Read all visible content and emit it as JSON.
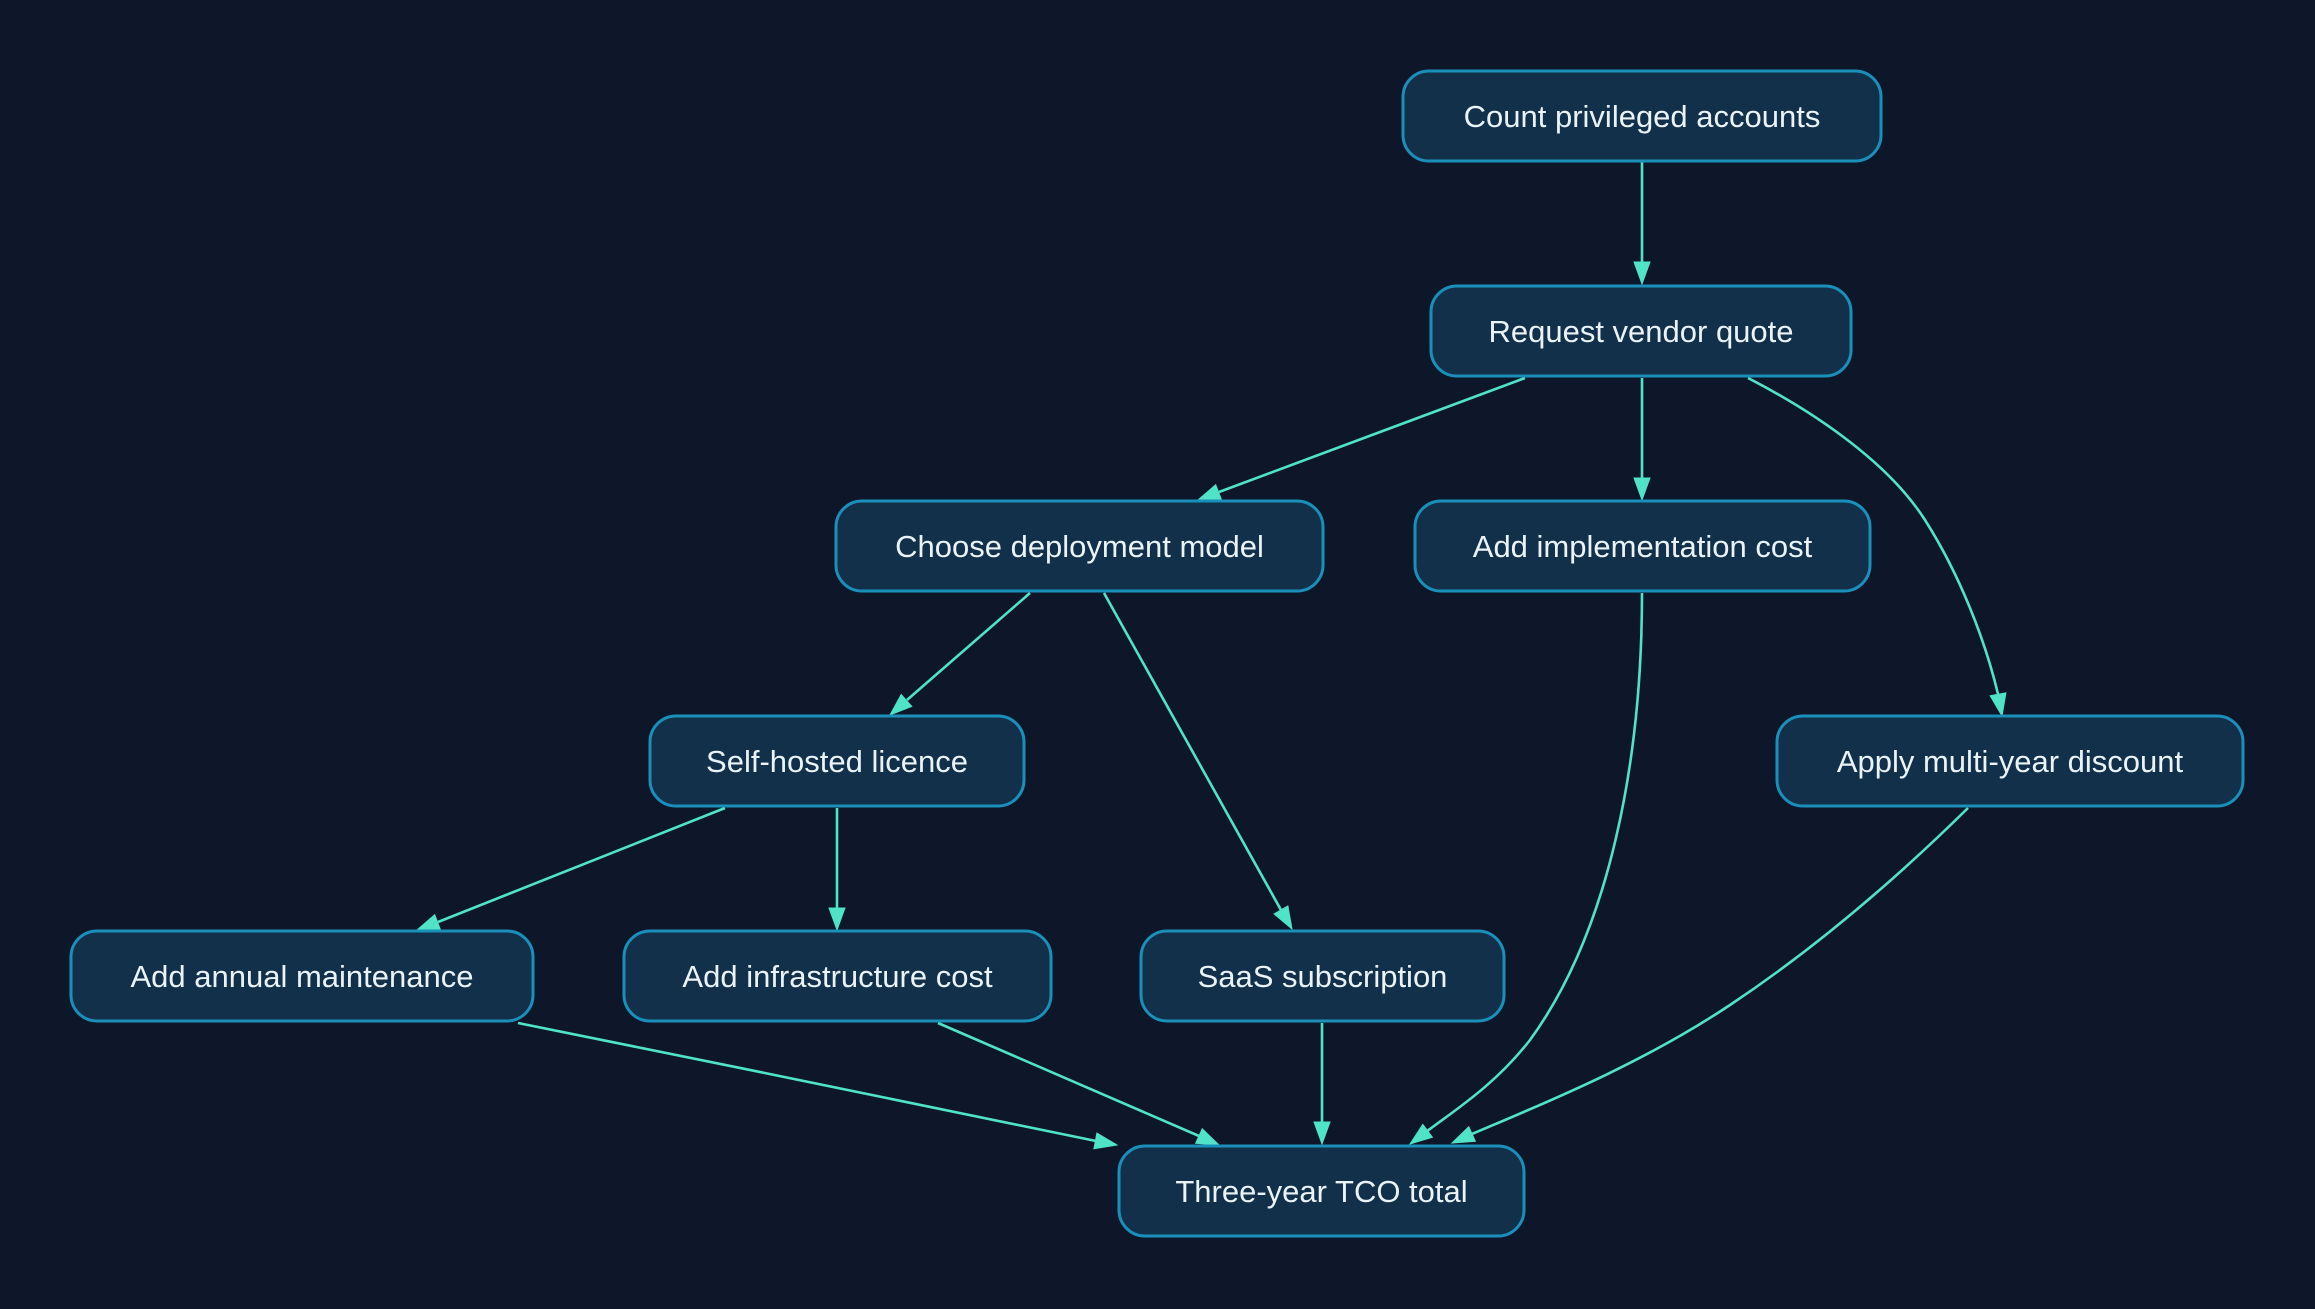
{
  "diagram": {
    "type": "flowchart",
    "colors": {
      "background": "#0e1729",
      "node_fill": "#12304a",
      "node_border": "#1a8fba",
      "node_text": "#e9f3f8",
      "edge": "#4fe3c9"
    },
    "nodes": [
      {
        "id": "count",
        "label": "Count privileged accounts"
      },
      {
        "id": "quote",
        "label": "Request vendor quote"
      },
      {
        "id": "deploy",
        "label": "Choose deployment model"
      },
      {
        "id": "impl",
        "label": "Add implementation cost"
      },
      {
        "id": "selfhost",
        "label": "Self-hosted licence"
      },
      {
        "id": "discount",
        "label": "Apply multi-year discount"
      },
      {
        "id": "maint",
        "label": "Add annual maintenance"
      },
      {
        "id": "infra",
        "label": "Add infrastructure cost"
      },
      {
        "id": "saas",
        "label": "SaaS subscription"
      },
      {
        "id": "total",
        "label": "Three-year TCO total"
      }
    ],
    "edges": [
      {
        "from": "count",
        "to": "quote"
      },
      {
        "from": "quote",
        "to": "deploy"
      },
      {
        "from": "quote",
        "to": "impl"
      },
      {
        "from": "quote",
        "to": "discount"
      },
      {
        "from": "deploy",
        "to": "selfhost"
      },
      {
        "from": "deploy",
        "to": "saas"
      },
      {
        "from": "selfhost",
        "to": "maint"
      },
      {
        "from": "selfhost",
        "to": "infra"
      },
      {
        "from": "maint",
        "to": "total"
      },
      {
        "from": "infra",
        "to": "total"
      },
      {
        "from": "saas",
        "to": "total"
      },
      {
        "from": "impl",
        "to": "total"
      },
      {
        "from": "discount",
        "to": "total"
      }
    ]
  }
}
